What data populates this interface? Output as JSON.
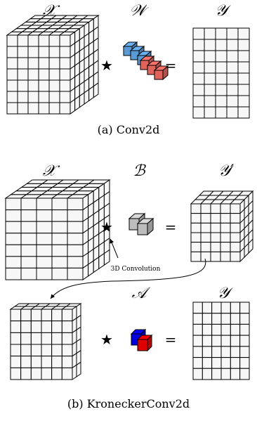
{
  "panel_a": {
    "caption": "(a) Conv2d",
    "input_label": "𝒳",
    "kernel_label": "𝒲",
    "output_label": "𝒴",
    "operator": "★",
    "equals": "="
  },
  "panel_b": {
    "caption": "(b) KroneckerConv2d",
    "top": {
      "input_label": "𝒳",
      "kernel_label": "ℬ",
      "output_label": "𝒴′",
      "operator": "★",
      "equals": "=",
      "annotation": "3D Convolution"
    },
    "bottom": {
      "kernel_label": "𝒜",
      "output_label": "𝒴",
      "operator": "★",
      "equals": "="
    }
  },
  "colors": {
    "grid_face": "#f7f7f7",
    "grid_line": "#000000",
    "kernel_blue": "#5b9bd5",
    "kernel_red": "#e0645c",
    "kernel_gray": "#bdbdbd",
    "pure_blue": "#0000dd",
    "pure_red": "#e00000"
  }
}
